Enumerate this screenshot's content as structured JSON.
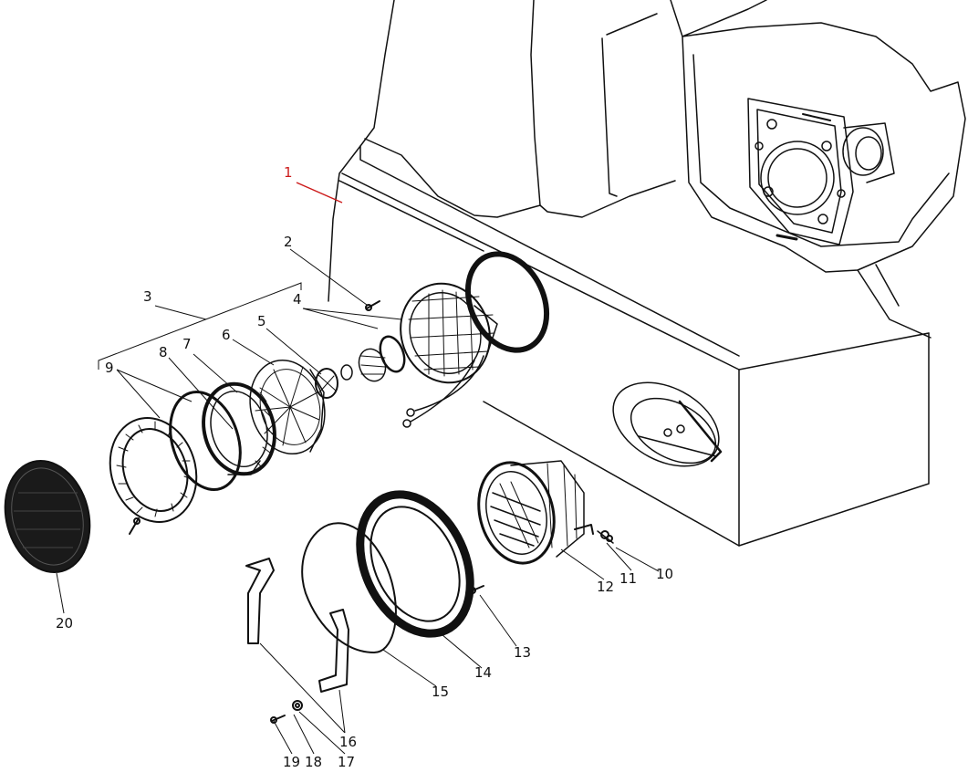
{
  "colors": {
    "ink": "#111111",
    "highlight": "#cc1a1a",
    "background": "#ffffff"
  },
  "callouts": [
    {
      "id": "1",
      "text": "1",
      "highlighted": true
    },
    {
      "id": "2",
      "text": "2"
    },
    {
      "id": "3",
      "text": "3"
    },
    {
      "id": "4",
      "text": "4"
    },
    {
      "id": "5",
      "text": "5"
    },
    {
      "id": "6",
      "text": "6"
    },
    {
      "id": "7",
      "text": "7"
    },
    {
      "id": "8",
      "text": "8"
    },
    {
      "id": "9",
      "text": "9"
    },
    {
      "id": "10",
      "text": "10"
    },
    {
      "id": "11",
      "text": "11"
    },
    {
      "id": "12",
      "text": "12"
    },
    {
      "id": "13",
      "text": "13"
    },
    {
      "id": "14",
      "text": "14"
    },
    {
      "id": "15",
      "text": "15"
    },
    {
      "id": "16",
      "text": "16"
    },
    {
      "id": "17",
      "text": "17"
    },
    {
      "id": "18",
      "text": "18"
    },
    {
      "id": "19",
      "text": "19"
    },
    {
      "id": "20",
      "text": "20"
    }
  ]
}
